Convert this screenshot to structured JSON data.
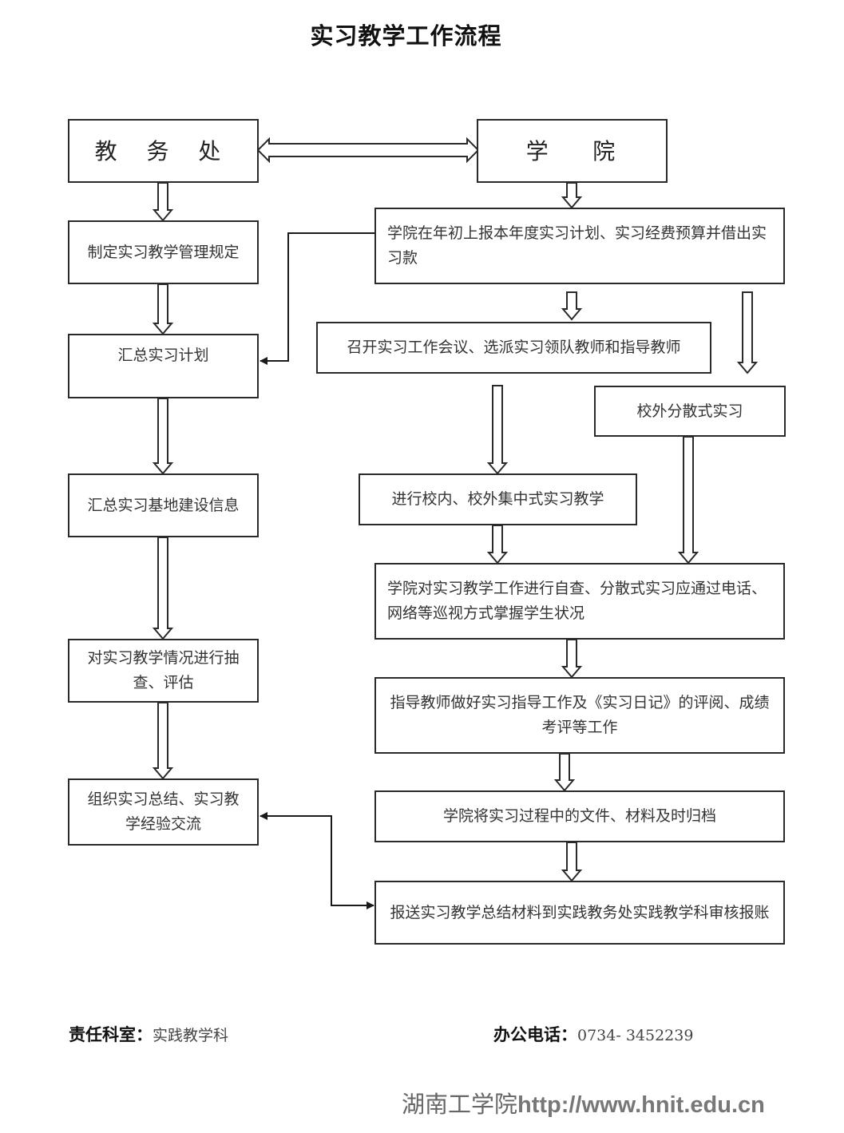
{
  "title": "实习教学工作流程",
  "left_column": {
    "header": "教 务 处",
    "steps": [
      "制定实习教学管理规定",
      "汇总实习计划",
      "汇总实习基地建设信息",
      "对实习教学情况进行抽查、评估",
      "组织实习总结、实习教学经验交流"
    ]
  },
  "right_column": {
    "header": "学    院",
    "steps": {
      "plan": "学院在年初上报本年度实习计划、实习经费预算并借出实习款",
      "meeting": "召开实习工作会议、选派实习领队教师和指导教师",
      "scattered": "校外分散式实习",
      "centralized": "进行校内、校外集中式实习教学",
      "self_check": "学院对实习教学工作进行自查、分散式实习应通过电话、网络等巡视方式掌握学生状况",
      "guidance": "指导教师做好实习指导工作及《实习日记》的评阅、成绩考评等工作",
      "archive": "学院将实习过程中的文件、材料及时归档",
      "report": "报送实习教学总结材料到实践教务处实践教学科审核报账"
    }
  },
  "footer": {
    "office_label": "责任科室：",
    "office_value": "实践教学科",
    "phone_label": "办公电话：",
    "phone_value": "0734- 3452239"
  },
  "watermark": {
    "org": "湖南工学院",
    "url": "http://www.hnit.edu.cn"
  },
  "colors": {
    "line": "#2a2a2a",
    "text": "#333333"
  }
}
